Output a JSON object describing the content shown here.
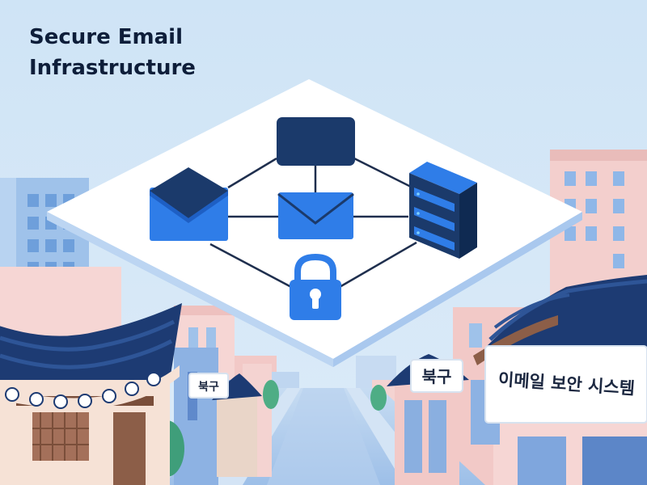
{
  "title": {
    "line1": "Secure Email",
    "line2": "Infrastructure"
  },
  "signs": {
    "left_small": "북구",
    "right_small": "북구",
    "right_large": "이메일 보안 시스템"
  },
  "icons": [
    "envelope-open-icon",
    "envelope-closed-icon",
    "message-box-icon",
    "server-icon",
    "padlock-icon"
  ],
  "colors": {
    "sky": "#CFE4F6",
    "navy": "#1B3A6B",
    "accent_blue": "#2F7DE8",
    "platform": "#FFFFFF",
    "building_pink": "#F6D6D4",
    "building_blue": "#9FC2EA",
    "road": "#A9C8EC",
    "tree": "#3F9E7A"
  }
}
